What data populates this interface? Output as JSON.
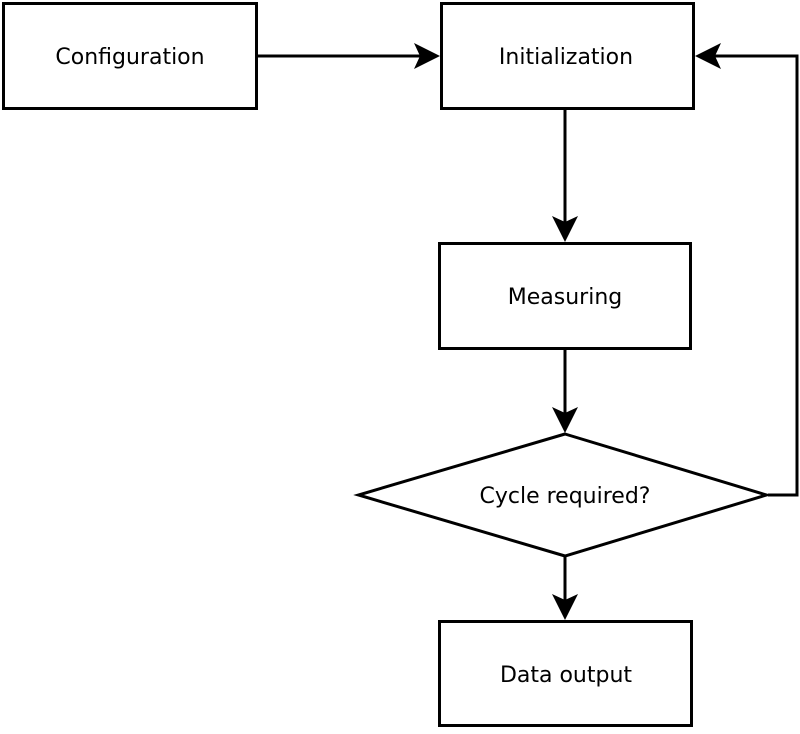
{
  "diagram": {
    "type": "flowchart",
    "background_color": "#ffffff",
    "stroke_color": "#000000",
    "text_color": "#000000",
    "nodes": [
      {
        "id": "configuration",
        "label": "Configuration",
        "shape": "rectangle"
      },
      {
        "id": "initialization",
        "label": "Initialization",
        "shape": "rectangle"
      },
      {
        "id": "measuring",
        "label": "Measuring",
        "shape": "rectangle"
      },
      {
        "id": "cycle-required",
        "label": "Cycle required?",
        "shape": "diamond"
      },
      {
        "id": "data-output",
        "label": "Data output",
        "shape": "rectangle"
      }
    ],
    "edges": [
      {
        "from": "configuration",
        "to": "initialization",
        "style": "arrow"
      },
      {
        "from": "initialization",
        "to": "measuring",
        "style": "arrow"
      },
      {
        "from": "measuring",
        "to": "cycle-required",
        "style": "arrow"
      },
      {
        "from": "cycle-required",
        "to": "data-output",
        "style": "arrow"
      },
      {
        "from": "cycle-required",
        "to": "initialization",
        "style": "arrow",
        "note": "feedback loop via right side"
      }
    ]
  }
}
